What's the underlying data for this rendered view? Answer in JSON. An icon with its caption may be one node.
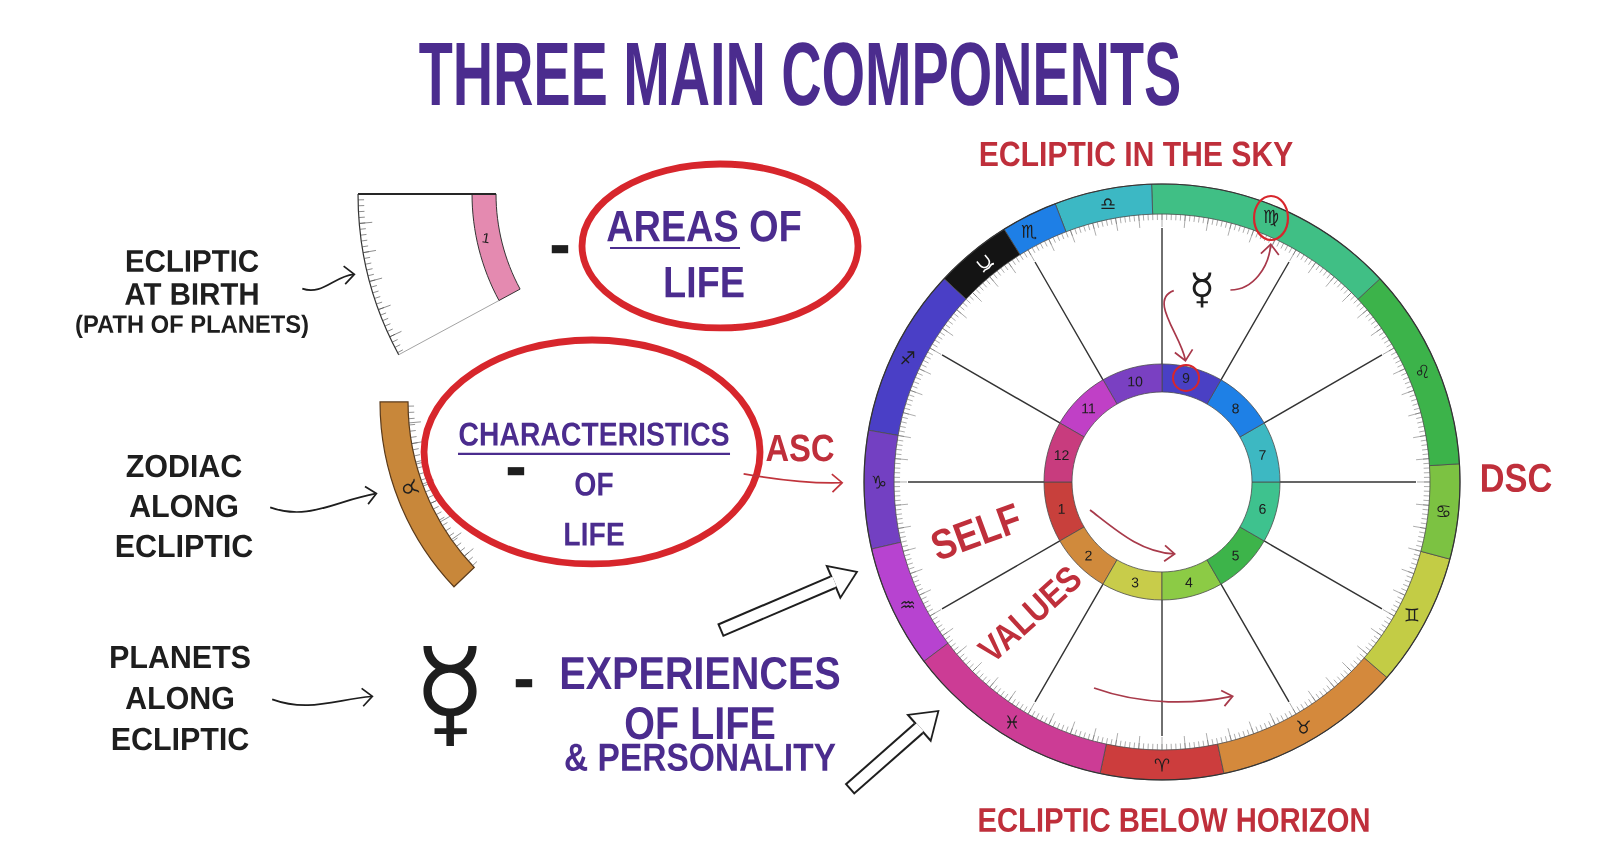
{
  "diagram": {
    "title": "THREE MAIN COMPONENTS",
    "nodes": [
      {
        "text": [
          "ECLIPTIC AT BIRTH",
          "(PATH OF PLANETS)"
        ]
      },
      {
        "text": [],
        "shape": "picture"
      },
      {
        "text": [
          "AREAS OF LIFE"
        ]
      },
      {
        "text": [
          "ZODIAC ALONG ECLIPTIC"
        ]
      },
      {
        "text": [],
        "shape": "picture"
      },
      {
        "text": [
          "CHARACTERISTICS OF LIFE"
        ]
      },
      {
        "text": [
          "PLANETS ALONG ECLIPTIC"
        ]
      },
      {
        "text": [
          "☿"
        ]
      },
      {
        "text": [
          "EXPERIENCES OF LIFE",
          "& PERSONALITY"
        ]
      },
      {
        "text": [],
        "shape": "circle"
      },
      {
        "text": [
          "ASC"
        ]
      },
      {
        "text": [
          "☿"
        ],
        "in": 9
      },
      {
        "text": [
          "♍"
        ],
        "in": 9
      },
      {
        "text": [
          "9"
        ],
        "in": 9
      }
    ],
    "edges": [
      {
        "from": 0,
        "to": 1,
        "arrow": "to"
      },
      {
        "from": 3,
        "to": 4,
        "arrow": "to"
      },
      {
        "from": 6,
        "to": 7,
        "arrow": "to"
      },
      {
        "from": 10,
        "to": 9,
        "arrow": "to",
        "color": "#c0343c"
      },
      {
        "from": 8,
        "to": 9,
        "arrow": "to",
        "style": "thick",
        "color": "#ffffff"
      },
      {
        "from": 8,
        "to": 9,
        "arrow": "to",
        "style": "thick",
        "color": "#ffffff"
      },
      {
        "from": 11,
        "to": 12,
        "arrow": "to",
        "color": "#a8384a"
      },
      {
        "from": 11,
        "to": 13,
        "arrow": "to",
        "color": "#a8384a"
      }
    ],
    "labels": [
      "1",
      "-",
      "♉",
      "-",
      "-",
      "ECLIPTIC IN THE SKY",
      "DSC",
      "SELF",
      "VALUES",
      "ECLIPTIC BELOW HORIZON",
      "10",
      "11",
      "12",
      "1",
      "2",
      "3",
      "4",
      "5",
      "6",
      "7",
      "8",
      "♎",
      "♏",
      "♐",
      "♑",
      "♒",
      "♓",
      "♈",
      "♉",
      "♊",
      "♋",
      "♌"
    ]
  }
}
